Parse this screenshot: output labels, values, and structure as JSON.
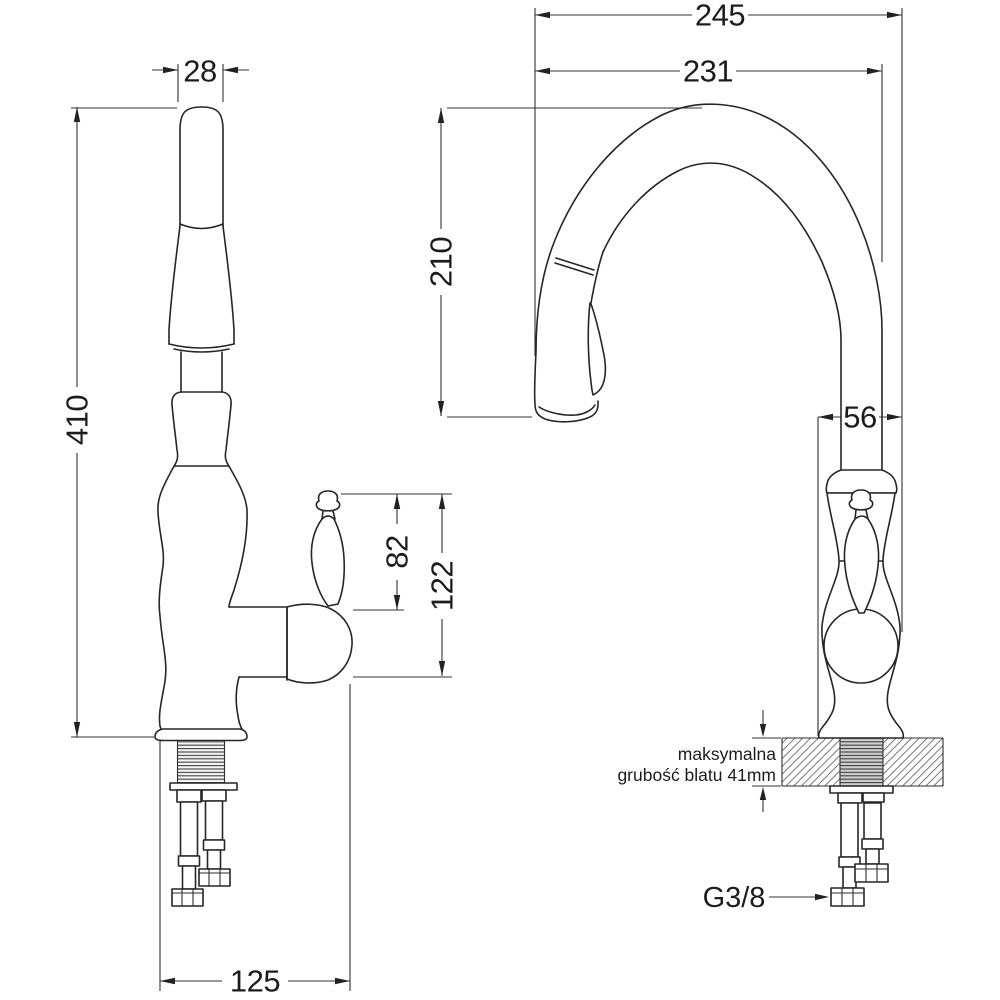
{
  "drawing": {
    "background": "#ffffff",
    "line_color": "#262626",
    "dim_color": "#333333",
    "views": {
      "side": {
        "dims": {
          "spout_width": "28",
          "total_height": "410",
          "handle_to_outlet_top": "82",
          "handle_to_outlet_bottom": "122",
          "base_spread": "125"
        }
      },
      "front": {
        "dims": {
          "overall_depth": "245",
          "spout_reach": "231",
          "spout_clearance": "210",
          "body_width": "56"
        },
        "notes": {
          "countertop_line1": "maksymalna",
          "countertop_line2": "grubość blatu 41mm",
          "connection_thread": "G3/8"
        }
      }
    }
  }
}
